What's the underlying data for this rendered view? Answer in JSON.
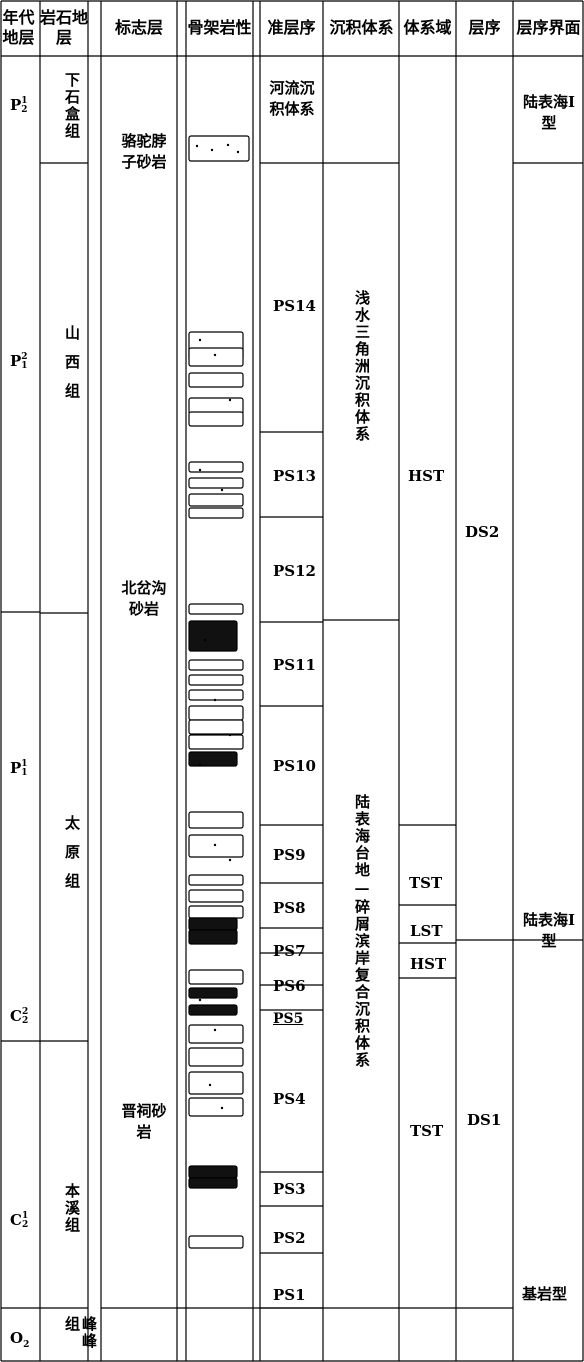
{
  "headers": [
    "年代地层",
    "岩石地层",
    "标志层",
    "骨架岩性",
    "准层序",
    "沉积体系",
    "体系域",
    "层序",
    "层序界面"
  ],
  "chrono": [
    {
      "base": "P",
      "sup": "1",
      "sub": "2"
    },
    {
      "base": "P",
      "sup": "2",
      "sub": "1"
    },
    {
      "base": "P",
      "sup": "1",
      "sub": "1"
    },
    {
      "base": "C",
      "sup": "2",
      "sub": "2"
    },
    {
      "base": "C",
      "sup": "1",
      "sub": "2"
    },
    {
      "base": "O",
      "sup": "",
      "sub": "2"
    }
  ],
  "formations": [
    "下石盒组",
    "山西组",
    "太原组",
    "本溪组",
    "峰峰组"
  ],
  "marker_beds": [
    "骆驼脖子砂岩",
    "北岔沟砂岩",
    "晋祠砂岩"
  ],
  "parasequences": [
    "PS14",
    "PS13",
    "PS12",
    "PS11",
    "PS10",
    "PS9",
    "PS8",
    "PS7",
    "PS6",
    "PS5",
    "PS4",
    "PS3",
    "PS2",
    "PS1"
  ],
  "depositional_systems": [
    "河流沉积体系",
    "浅水三角洲沉积体系",
    "陆表海台地—碎屑滨岸复合沉积体系"
  ],
  "systems_tracts": [
    "HST",
    "TST",
    "LST",
    "HST",
    "TST"
  ],
  "sequences": [
    "DS2",
    "DS1"
  ],
  "boundaries": [
    "陆表海Ⅰ型",
    "陆表海Ⅰ型",
    "基岩型"
  ]
}
